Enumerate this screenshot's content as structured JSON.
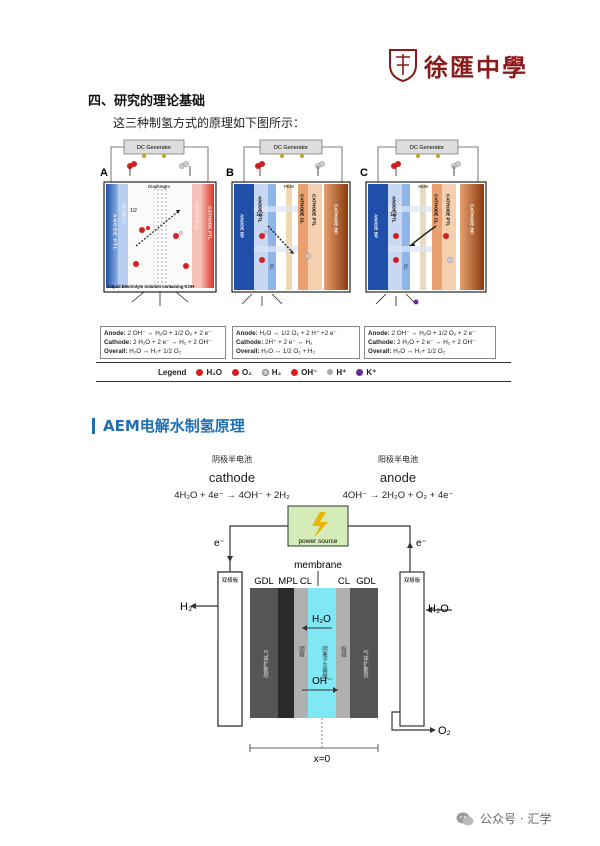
{
  "header": {
    "logo_text": "徐匯中學"
  },
  "heading": "四、研究的理论基础",
  "intro": "这三种制氢方式的原理如下图所示：",
  "panels": [
    {
      "letter": "A",
      "dc": "DC Generator",
      "diaphragm": "Diaphragm",
      "left_label": "ANODE PTL",
      "left_label2": "ANODE CL",
      "right_label": "CATHODE CL",
      "right_label2": "CATHODE PTL",
      "bottom": "Liquid Electrolyte Solution containing KOH",
      "half": "1/2",
      "eq": {
        "anode_lbl": "Anode:",
        "anode": "2 OH⁻ ↔ H₂O + 1/2 O₂ + 2 e⁻",
        "cathode_lbl": "Cathode:",
        "cathode": "2 H₂O + 2 e⁻ ↔ H₂ + 2 OH⁻",
        "overall_lbl": "Overall:",
        "overall": "H₂O ↔ H₂+ 1/2 O₂"
      }
    },
    {
      "letter": "B",
      "dc": "DC Generator",
      "mid": "PEM",
      "labels": [
        "ANODE BP",
        "ANODE PTL",
        "CL",
        "CATHODE CL",
        "CATHODE PTL",
        "CATHODE BP"
      ],
      "half": "1/2",
      "eq": {
        "anode_lbl": "Anode:",
        "anode": "H₂O ↔ 1/2 O₂ + 2 H⁺ +2 e⁻",
        "cathode_lbl": "Cathode:",
        "cathode": "2H⁺ + 2 e⁻ ↔ H₂",
        "overall_lbl": "Overall:",
        "overall": "H₂O ↔ 1/2 O₂ + H₂"
      }
    },
    {
      "letter": "C",
      "dc": "DC Generator",
      "mid": "AEM",
      "labels": [
        "ANODE BP",
        "ANODE PTL",
        "CL",
        "CATHODE CL",
        "CATHODE PTL",
        "CATHODE BP"
      ],
      "half": "1/2",
      "eq": {
        "anode_lbl": "Anode:",
        "anode": "2 OH⁻ ↔ H₂O + 1/2 O₂ + 2 e⁻",
        "cathode_lbl": "Cathode:",
        "cathode": "2 H₂O + 2 e⁻ ↔ H₂ + 2 OH⁻",
        "overall_lbl": "Overall:",
        "overall": "H₂O ↔ H₂+ 1/2 O₂"
      }
    }
  ],
  "legend": {
    "title": "Legend",
    "items": [
      {
        "label": "H₂O",
        "color": "#d62020"
      },
      {
        "label": "O₂",
        "color": "#d62020"
      },
      {
        "label": "H₂",
        "color": "#888888"
      },
      {
        "label": "OH⁻",
        "color": "#d62020"
      },
      {
        "label": "H⁺",
        "color": "#aaaaaa"
      },
      {
        "label": "K⁺",
        "color": "#6a2a9a"
      }
    ]
  },
  "section_title": "AEM电解水制氢原理",
  "aem": {
    "left_cn": "阴极半电池",
    "left_en": "cathode",
    "left_eq": "4H₂O + 4e⁻ → 4OH⁻ + 2H₂",
    "right_cn": "阳极半电池",
    "right_en": "anode",
    "right_eq": "4OH⁻ → 2H₂O + O₂ + 4e⁻",
    "power": "power source",
    "e_left": "e⁻",
    "e_right": "e⁻",
    "membrane": "membrane",
    "layers": [
      "GDL",
      "MPL",
      "CL",
      "CL",
      "GDL"
    ],
    "bipolar_left": "双极板",
    "bipolar_right": "双极板",
    "gdl_left_v": "气体扩散层",
    "gdl_right_v": "气体扩散层",
    "cat_left_v": "阴极",
    "cat_right_v": "阳极",
    "mem_v": "阴离子交换膜",
    "h2": "H₂",
    "h2o_in": "H₂O",
    "o2": "O₂",
    "h2o_mid": "H₂O",
    "oh_mid": "OH⁻",
    "x0": "x=0"
  },
  "watermark": "公众号 · 汇学"
}
